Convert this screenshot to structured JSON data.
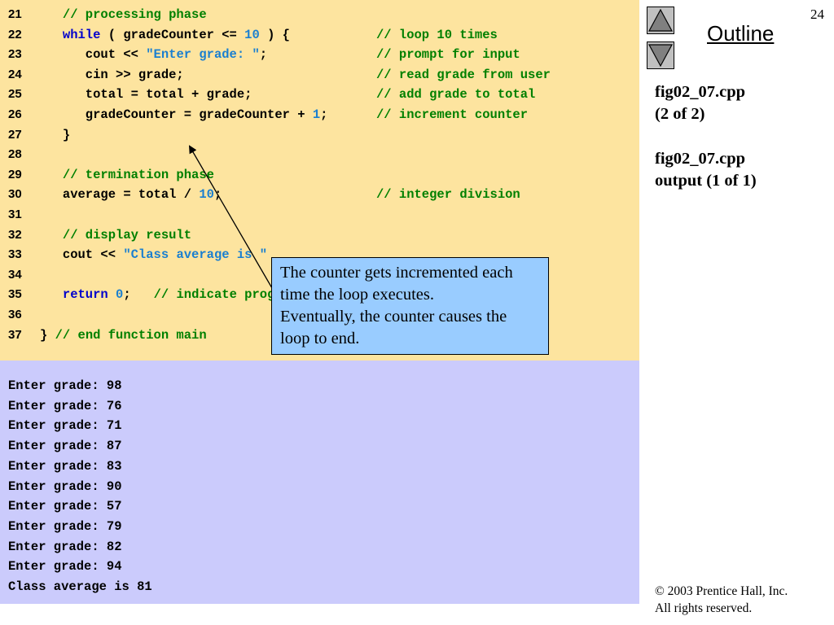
{
  "page_number": "24",
  "outline_label": "Outline",
  "side_notes": {
    "file1": "fig02_07.cpp",
    "file1_part": "(2 of 2)",
    "file2": "fig02_07.cpp",
    "file2_part": "output (1 of 1)"
  },
  "copyright": {
    "line1": "© 2003 Prentice Hall, Inc.",
    "line2": "All rights reserved."
  },
  "code_lines": [
    {
      "num": "21",
      "tokens": [
        {
          "t": "   "
        },
        {
          "c": "// processing phase"
        }
      ],
      "comment": ""
    },
    {
      "num": "22",
      "tokens": [
        {
          "t": "   "
        },
        {
          "k": "while"
        },
        {
          "t": " ( gradeCounter <= "
        },
        {
          "n": "10"
        },
        {
          "t": " ) {"
        }
      ],
      "comment": "// loop 10 times"
    },
    {
      "num": "23",
      "tokens": [
        {
          "t": "      cout << "
        },
        {
          "s": "\"Enter grade: \""
        },
        {
          "t": ";"
        }
      ],
      "comment": "// prompt for input"
    },
    {
      "num": "24",
      "tokens": [
        {
          "t": "      cin >> grade;"
        }
      ],
      "comment": "// read grade from user"
    },
    {
      "num": "25",
      "tokens": [
        {
          "t": "      total = total + grade;"
        }
      ],
      "comment": "// add grade to total"
    },
    {
      "num": "26",
      "tokens": [
        {
          "t": "      gradeCounter = gradeCounter + "
        },
        {
          "n": "1"
        },
        {
          "t": ";"
        }
      ],
      "comment": "// increment counter"
    },
    {
      "num": "27",
      "tokens": [
        {
          "t": "   }"
        }
      ],
      "comment": ""
    },
    {
      "num": "28",
      "tokens": [],
      "comment": ""
    },
    {
      "num": "29",
      "tokens": [
        {
          "t": "   "
        },
        {
          "c": "// termination phase"
        }
      ],
      "comment": ""
    },
    {
      "num": "30",
      "tokens": [
        {
          "t": "   average = total / "
        },
        {
          "n": "10"
        },
        {
          "t": ";"
        }
      ],
      "comment": "// integer division"
    },
    {
      "num": "31",
      "tokens": [],
      "comment": ""
    },
    {
      "num": "32",
      "tokens": [
        {
          "t": "   "
        },
        {
          "c": "// display result"
        }
      ],
      "comment": ""
    },
    {
      "num": "33",
      "tokens": [
        {
          "t": "   cout << "
        },
        {
          "s": "\"Class average is \""
        }
      ],
      "comment": ""
    },
    {
      "num": "34",
      "tokens": [],
      "comment": ""
    },
    {
      "num": "35",
      "tokens": [
        {
          "t": "   "
        },
        {
          "k": "return"
        },
        {
          "t": " "
        },
        {
          "n": "0"
        },
        {
          "t": ";   "
        },
        {
          "c": "// indicate program ended successfully"
        }
      ],
      "comment": ""
    },
    {
      "num": "36",
      "tokens": [],
      "comment": ""
    },
    {
      "num": "37",
      "tokens": [
        {
          "t": "} "
        },
        {
          "c": "// end function main"
        }
      ],
      "comment": ""
    }
  ],
  "output_lines": [
    "Enter grade: 98",
    "Enter grade: 76",
    "Enter grade: 71",
    "Enter grade: 87",
    "Enter grade: 83",
    "Enter grade: 90",
    "Enter grade: 57",
    "Enter grade: 79",
    "Enter grade: 82",
    "Enter grade: 94",
    "Class average is 81"
  ],
  "callout": {
    "line1": "The counter gets incremented each",
    "line2": "time the loop executes.",
    "line3": "Eventually, the counter causes the",
    "line4": "loop to end."
  },
  "colors": {
    "code_background": "#fde49f",
    "output_background": "#cbcbfc",
    "callout_background": "#99ccff",
    "keyword": "#0000cc",
    "string_literal": "#1a7fd0",
    "comment": "#008000"
  },
  "icons": {
    "prev": "up-triangle-icon",
    "next": "down-triangle-icon"
  }
}
